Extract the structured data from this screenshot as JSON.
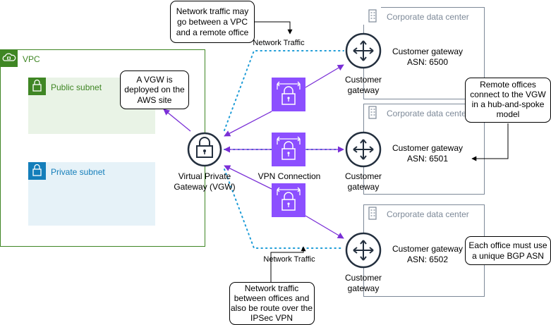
{
  "vpc": {
    "title": "VPC",
    "color": "#3F8624"
  },
  "public_subnet": {
    "title": "Public subnet",
    "color": "#3F8624",
    "fill": "#E9F3E6"
  },
  "private_subnet": {
    "title": "Private subnet",
    "color": "#147EBA",
    "fill": "#E6F2F8"
  },
  "vgw": {
    "line1": "Virtual Private",
    "line2": "Gateway (VGW)",
    "color": "#8C4FFF"
  },
  "vpn_connection_label": "VPN Connection",
  "datacenters": [
    {
      "title": "Corporate data center",
      "gw_line1": "Customer gateway",
      "gw_line2": "ASN: 6500"
    },
    {
      "title": "Corporate data center",
      "gw_line1": "Customer gateway",
      "gw_line2": "ASN: 6501"
    },
    {
      "title": "Corporate data center",
      "gw_line1": "Customer gateway",
      "gw_line2": "ASN: 6502"
    }
  ],
  "customer_gateway_icon_label": {
    "line1": "Customer",
    "line2": "gateway"
  },
  "traffic_labels": {
    "top": "Network Traffic",
    "bottom": "Network Traffic"
  },
  "callouts": {
    "vpc_remote": [
      "Network traffic may",
      "go between a VPC",
      "and a remote office"
    ],
    "vgw_deployed": [
      "A VGW is",
      "deployed on the",
      "AWS site"
    ],
    "hub_spoke": [
      "Remote offices",
      "connect to the VGW",
      "in a hub-and-spoke",
      "model"
    ],
    "unique_asn": [
      "Each office must use",
      "a unique BGP ASN"
    ],
    "between_offices": [
      "Network traffic",
      "between offices and",
      "also be route over the",
      "IPSec VPN"
    ]
  },
  "colors": {
    "purple": "#8C4FFF",
    "vpn_fill": "#8C4FFF",
    "cgw_blue": "#232F3E",
    "traffic_dots": "#1E9CD7",
    "dc_border": "#7D8998"
  }
}
